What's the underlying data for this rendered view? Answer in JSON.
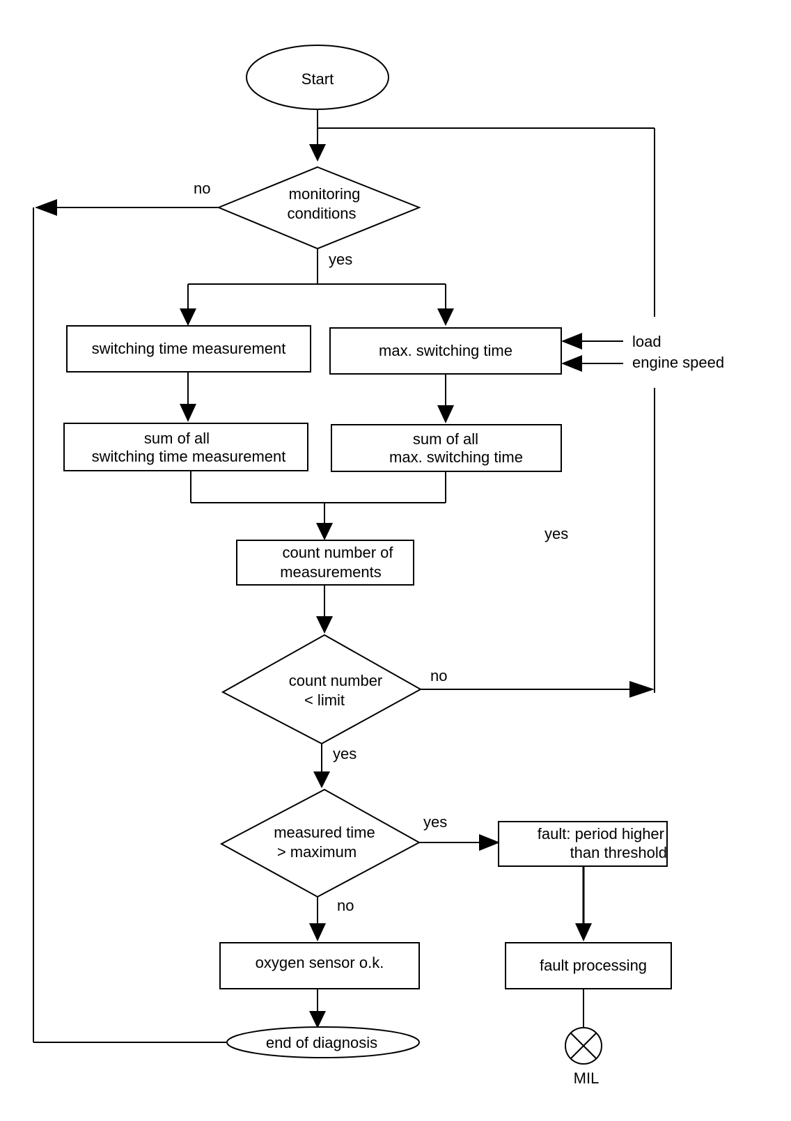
{
  "nodes": {
    "start": "Start",
    "monitoring": [
      "monitoring",
      "conditions"
    ],
    "switching_measurement": "switching time measurement",
    "max_switching": "max. switching time",
    "sum_switching": [
      "sum of all",
      "switching time measurement"
    ],
    "sum_max": [
      "sum of all",
      "max. switching time"
    ],
    "count_measurements": [
      "count number of",
      "measurements"
    ],
    "count_limit": [
      "count number",
      "< limit"
    ],
    "measured_max": [
      "measured time",
      "> maximum"
    ],
    "fault": [
      "fault: period higher",
      "than threshold"
    ],
    "sensor_ok": "oxygen sensor o.k.",
    "fault_processing": "fault processing",
    "end": "end of diagnosis",
    "mil": "MIL"
  },
  "inputs": {
    "load": "load",
    "engine_speed": "engine speed"
  },
  "labels": {
    "monitoring_no": "no",
    "monitoring_yes": "yes",
    "loop_yes": "yes",
    "count_no": "no",
    "count_yes": "yes",
    "measured_yes": "yes",
    "measured_no": "no"
  }
}
